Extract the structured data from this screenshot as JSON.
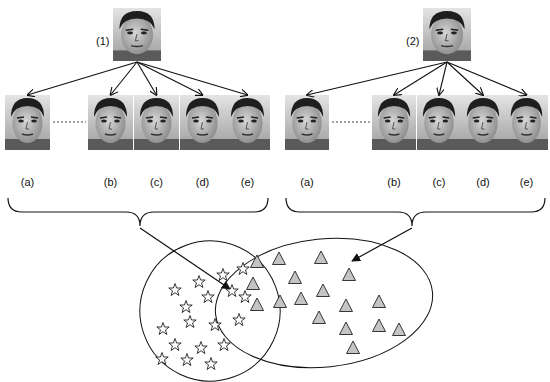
{
  "diagram": {
    "nodes": [
      {
        "text": [
          "(1)"
        ]
      },
      {
        "text": [
          "(a)"
        ]
      },
      {
        "text": [
          "(b)"
        ]
      },
      {
        "text": [
          "(c)"
        ]
      },
      {
        "text": [
          "(d)"
        ]
      },
      {
        "text": [
          "(e)"
        ]
      },
      {
        "text": [
          "(2)"
        ]
      },
      {
        "text": [
          "(a)"
        ]
      },
      {
        "text": [
          "(b)"
        ]
      },
      {
        "text": [
          "(c)"
        ]
      },
      {
        "text": [
          "(d)"
        ]
      },
      {
        "text": [
          "(e)"
        ]
      }
    ],
    "edges": [
      {
        "from": 0,
        "to": 1,
        "arrow": "to"
      },
      {
        "from": 0,
        "to": 2,
        "arrow": "to"
      },
      {
        "from": 0,
        "to": 3,
        "arrow": "to"
      },
      {
        "from": 0,
        "to": 4,
        "arrow": "to"
      },
      {
        "from": 0,
        "to": 5,
        "arrow": "to"
      },
      {
        "from": 6,
        "to": 7,
        "arrow": "to"
      },
      {
        "from": 6,
        "to": 8,
        "arrow": "to"
      },
      {
        "from": 6,
        "to": 9,
        "arrow": "to"
      },
      {
        "from": 6,
        "to": 10,
        "arrow": "to"
      },
      {
        "from": 6,
        "to": 11,
        "arrow": "to"
      }
    ]
  }
}
